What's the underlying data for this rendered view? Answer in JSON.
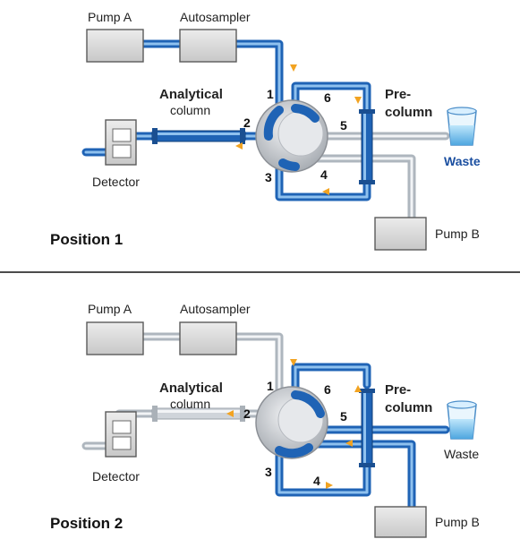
{
  "position1": {
    "title": "Position 1",
    "pump_a": "Pump A",
    "autosampler": "Autosampler",
    "analytical_line1": "Analytical",
    "analytical_line2": "column",
    "detector": "Detector",
    "pre_line1": "Pre-",
    "pre_line2": "column",
    "waste": "Waste",
    "pump_b": "Pump B",
    "port1": "1",
    "port2": "2",
    "port3": "3",
    "port4": "4",
    "port5": "5",
    "port6": "6"
  },
  "position2": {
    "title": "Position 2",
    "pump_a": "Pump A",
    "autosampler": "Autosampler",
    "analytical_line1": "Analytical",
    "analytical_line2": "column",
    "detector": "Detector",
    "pre_line1": "Pre-",
    "pre_line2": "column",
    "waste": "Waste",
    "pump_b": "Pump B",
    "port1": "1",
    "port2": "2",
    "port3": "3",
    "port4": "4",
    "port5": "5",
    "port6": "6"
  },
  "colors": {
    "active_tube": "#1f63b5",
    "active_tube_highlight": "#8fc1ee",
    "inactive_tube": "#c8cfd6",
    "inactive_tube_highlight": "#f2f4f6",
    "box_fill": "#d9d9d9",
    "arrow": "#f2a321",
    "valve": "#cfd2d6"
  }
}
